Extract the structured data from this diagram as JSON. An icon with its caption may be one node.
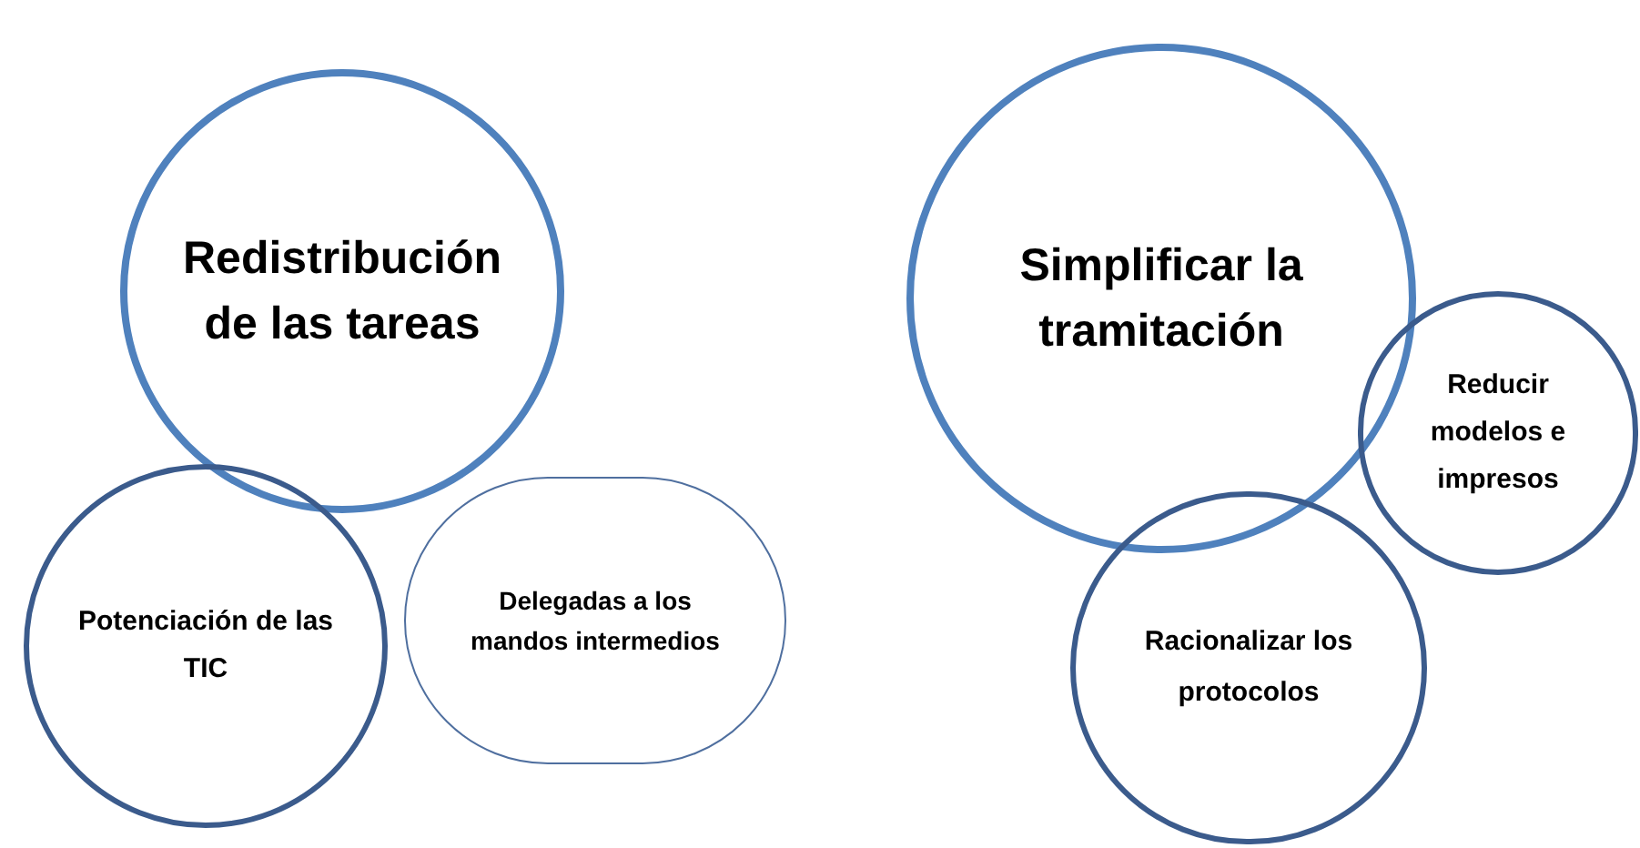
{
  "diagram": {
    "nodes": [
      {
        "text": [
          "Redistribución de las tareas"
        ]
      },
      {
        "text": [
          "Potenciación de las TIC"
        ]
      },
      {
        "text": [
          "Delegadas a los mandos intermedios"
        ]
      },
      {
        "text": [
          "Simplificar la tramitación"
        ]
      },
      {
        "text": [
          "Reducir modelos e impresos"
        ]
      },
      {
        "text": [
          "Racionalizar los protocolos"
        ]
      }
    ]
  }
}
